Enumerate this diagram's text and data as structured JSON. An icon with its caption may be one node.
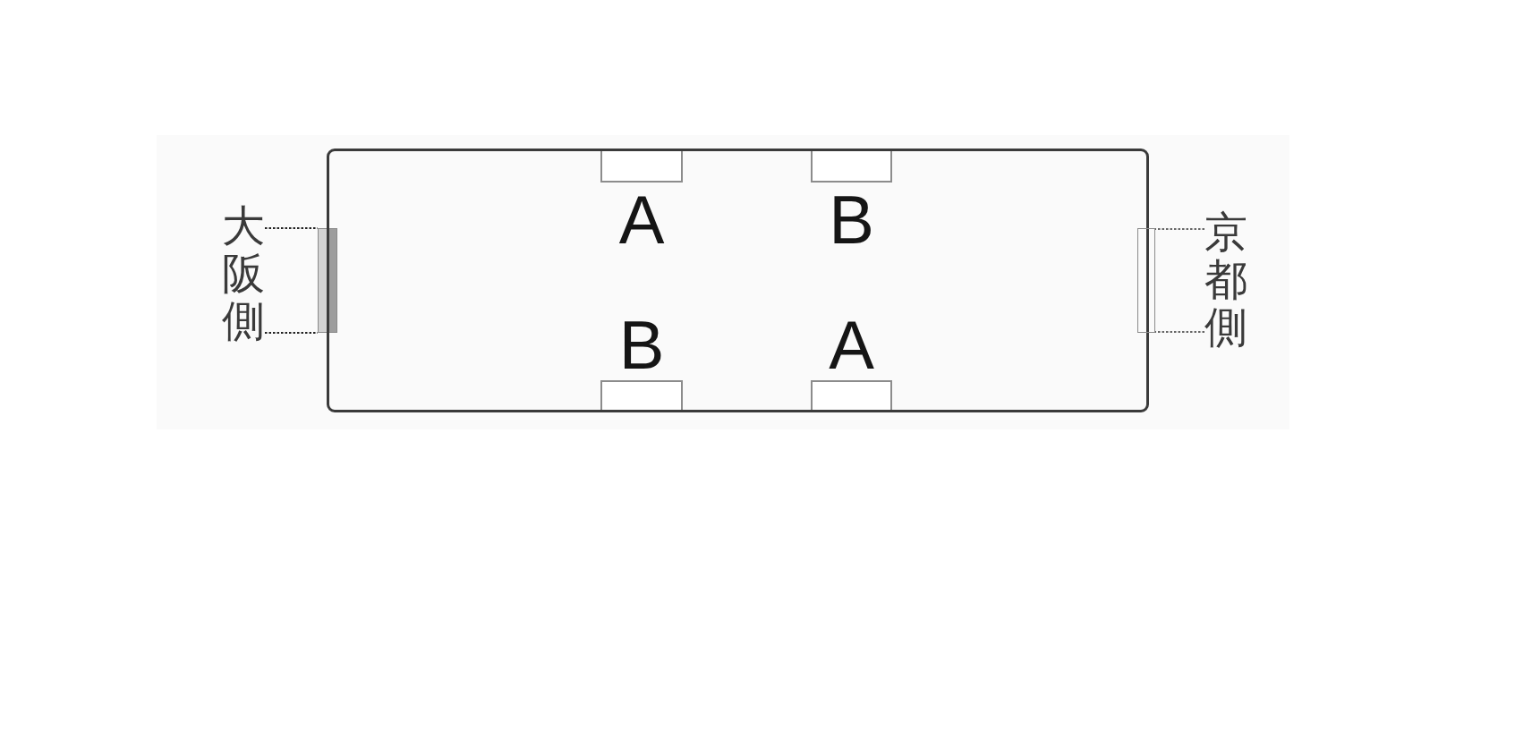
{
  "diagram": {
    "nodes": [
      {
        "text": [
          "大阪側"
        ]
      },
      {
        "text": [],
        "shape": "box"
      },
      {
        "text": [],
        "shape": "box"
      },
      {
        "text": [
          "A"
        ],
        "in": 2
      },
      {
        "text": [
          "B"
        ],
        "in": 2
      },
      {
        "text": [
          "B"
        ],
        "in": 2
      },
      {
        "text": [
          "A"
        ],
        "in": 2
      },
      {
        "text": [],
        "shape": "box"
      },
      {
        "text": [
          "京都側"
        ]
      }
    ],
    "edges": [
      {
        "from": 0,
        "to": 1,
        "arrow": "none",
        "style": "dashed"
      },
      {
        "from": 0,
        "to": 1,
        "arrow": "none",
        "style": "dashed"
      },
      {
        "from": 8,
        "to": 7,
        "arrow": "none",
        "style": "dashed",
        "color": "#666666"
      },
      {
        "from": 8,
        "to": 7,
        "arrow": "none",
        "style": "dashed",
        "color": "#666666"
      }
    ]
  }
}
